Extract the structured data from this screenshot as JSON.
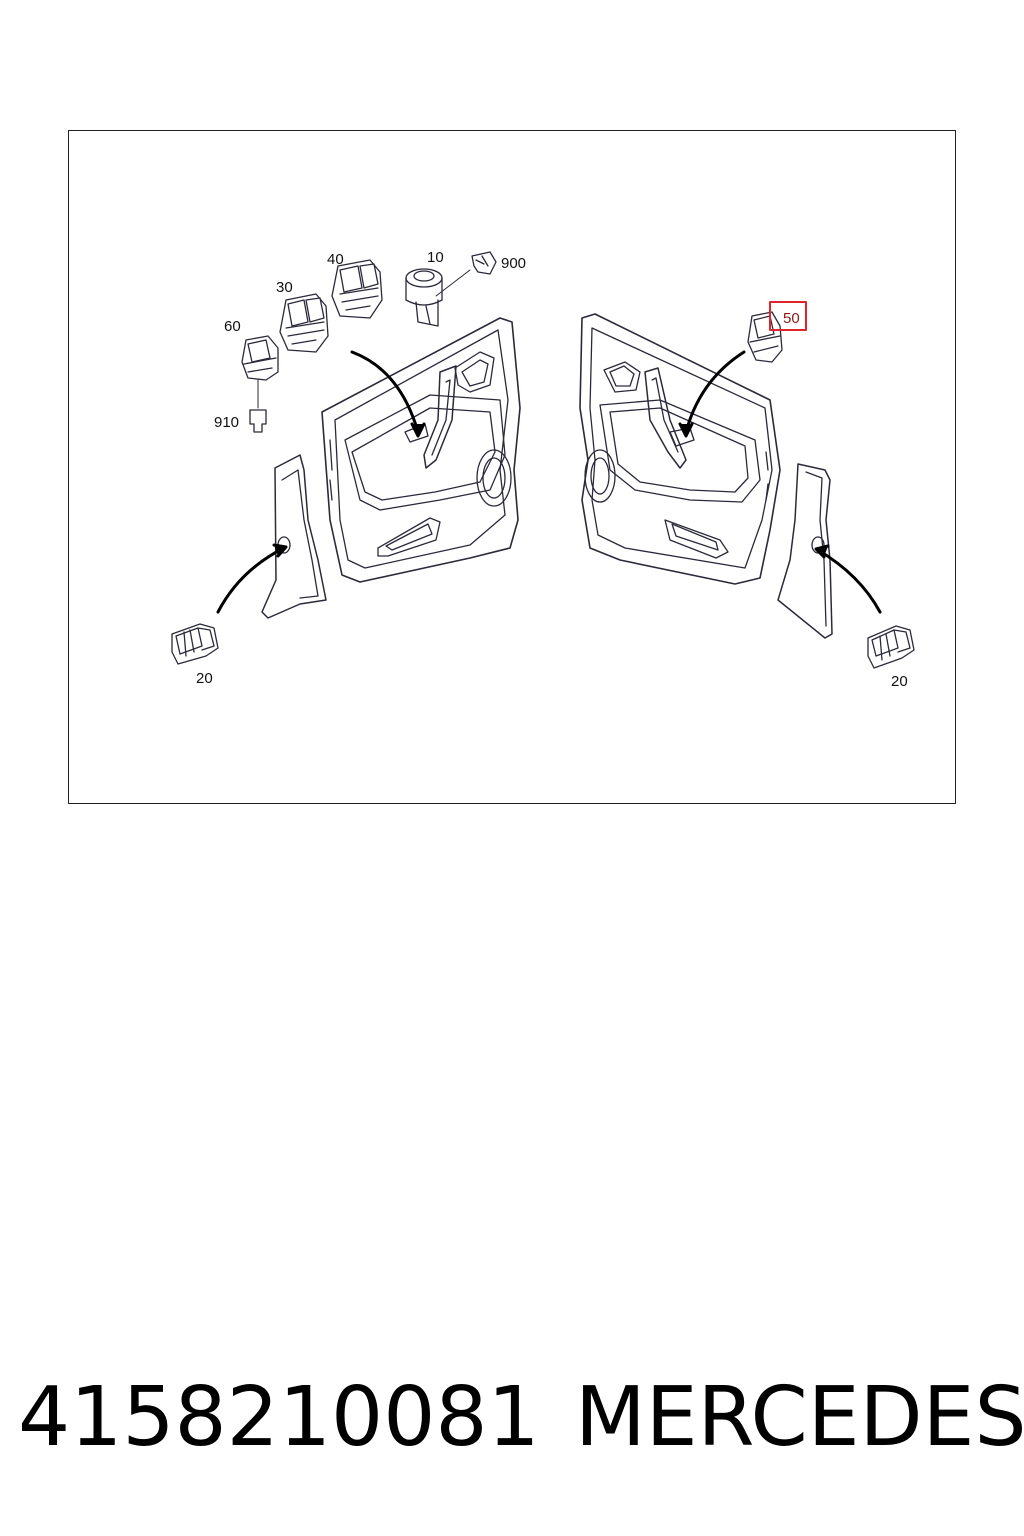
{
  "diagram": {
    "callouts": {
      "c10": "10",
      "c900": "900",
      "c40": "40",
      "c30": "30",
      "c60": "60",
      "c910": "910",
      "c20_left": "20",
      "c20_right": "20",
      "c50": "50"
    },
    "highlighted_callout": "50",
    "highlight_color": "#e0242e"
  },
  "footer": {
    "part_number": "4158210081",
    "brand": "MERCEDES"
  }
}
